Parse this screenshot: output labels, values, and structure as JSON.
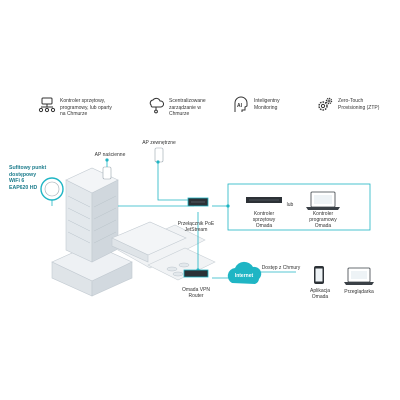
{
  "features": [
    {
      "icon": "hardware-controller-icon",
      "text": "Kontroler sprzętowy,\nprogramowy, lub oparty\nna Chmurze"
    },
    {
      "icon": "cloud-centralized-icon",
      "text": "Scentralizowane\nzarządzanie w\nChmurze"
    },
    {
      "icon": "ai-monitoring-icon",
      "text": "Inteligentny\nMonitoring"
    },
    {
      "icon": "gears-ztp-icon",
      "text": "Zero-Touch\nProvisioning (ZTP)"
    }
  ],
  "labels": {
    "ap_ceiling": "AP naścienne",
    "ap_outdoor": "AP zewnętrzne",
    "highlight_ap": "Sufitowy punkt\ndostępowy\nWiFi 6\nEAP620 HD",
    "poe_switch": "Przełącznik PoE\nJetStream",
    "hw_controller": "Kontroler\nsprzętowy\nOmada",
    "or": "lub",
    "sw_controller": "Kontroler\nprogramowy\nOmada",
    "vpn_router": "Omada VPN\nRouter",
    "internet": "Internet",
    "cloud_access": "Dostęp z Chmury",
    "mobile_app": "Aplikacja\nOmada",
    "browser": "Przeglądarka"
  },
  "colors": {
    "accent": "#1fb5c4",
    "highlight_text": "#1c7c8c",
    "building": "#e9edf0"
  }
}
